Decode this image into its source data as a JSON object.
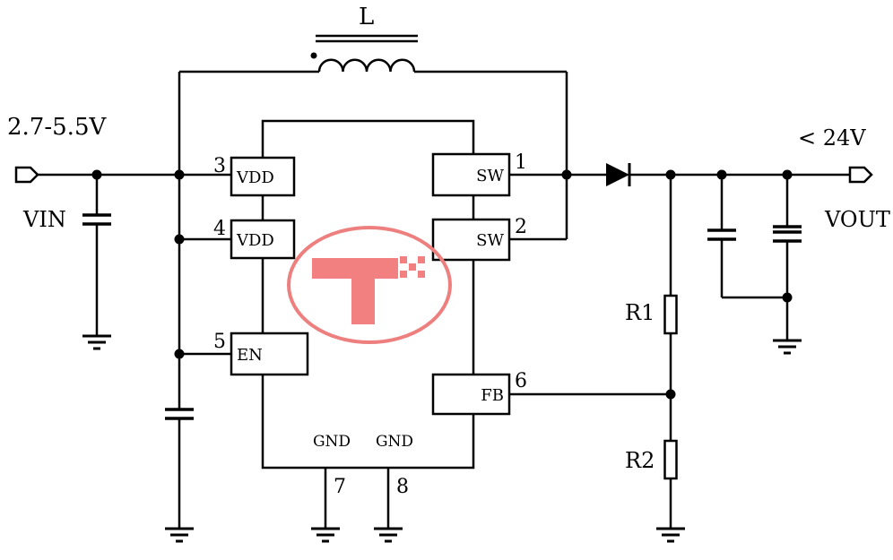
{
  "diagram": {
    "labels": {
      "input_voltage": "2.7-5.5V",
      "input_name": "VIN",
      "output_voltage": "< 24V",
      "output_name": "VOUT",
      "inductor": "L",
      "resistor1": "R1",
      "resistor2": "R2"
    },
    "ic": {
      "pins": [
        {
          "number": "1",
          "name": "SW"
        },
        {
          "number": "2",
          "name": "SW"
        },
        {
          "number": "3",
          "name": "VDD"
        },
        {
          "number": "4",
          "name": "VDD"
        },
        {
          "number": "5",
          "name": "EN"
        },
        {
          "number": "6",
          "name": "FB"
        },
        {
          "number": "7",
          "name": "GND"
        },
        {
          "number": "8",
          "name": "GND"
        }
      ]
    },
    "colors": {
      "wire": "#000000",
      "logo": "#f28080",
      "logo_ring": "#ee7f7f"
    }
  }
}
